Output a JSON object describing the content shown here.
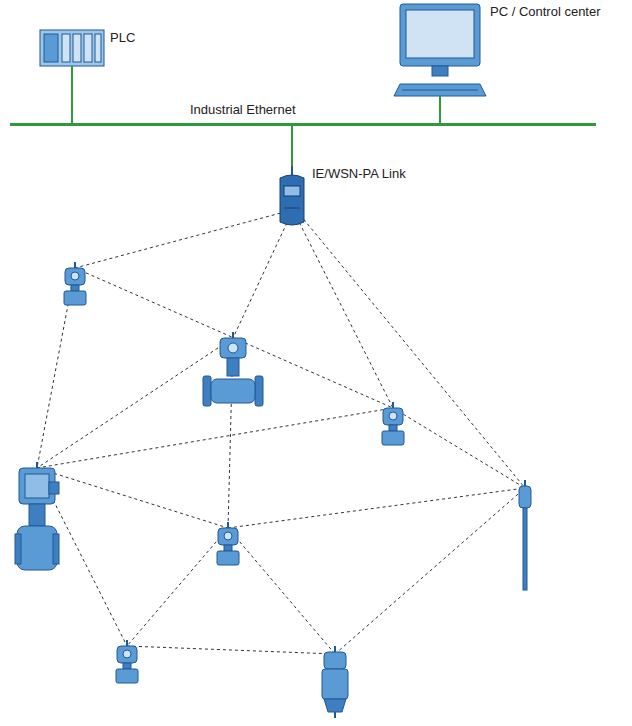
{
  "diagram": {
    "nodes": [
      {
        "text": [
          "PLC"
        ]
      },
      {
        "text": [
          "PC / Control center"
        ]
      },
      {
        "text": [
          "Industrial Ethernet"
        ]
      },
      {
        "text": [
          "IE/WSN-PA Link"
        ]
      }
    ],
    "edges": [
      {
        "from": 0,
        "to": 2,
        "arrow": "none"
      },
      {
        "from": 1,
        "to": 2,
        "arrow": "none"
      },
      {
        "from": 2,
        "to": 3,
        "arrow": "none"
      }
    ]
  }
}
